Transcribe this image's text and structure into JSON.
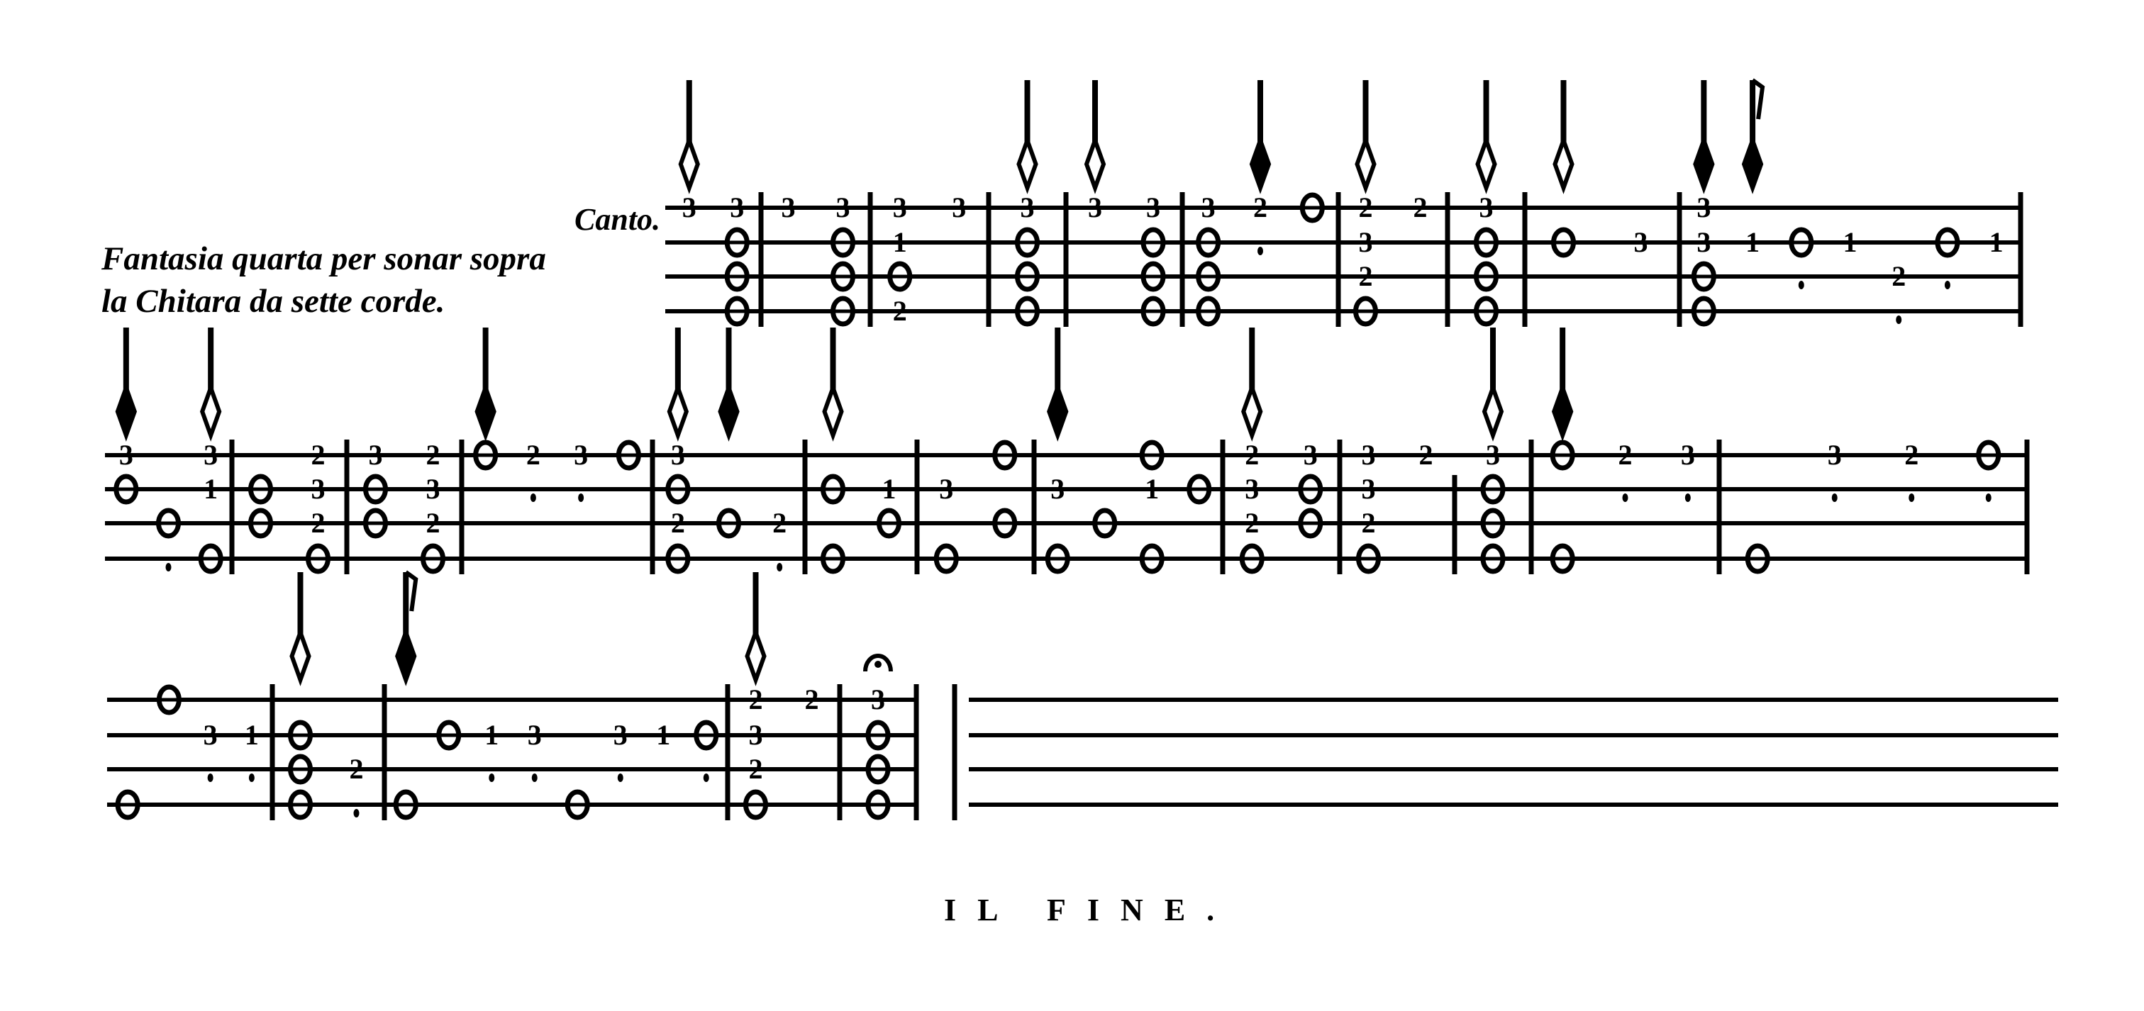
{
  "title": {
    "line1": "Fantasia quarta per sonar sopra",
    "line2": "la Chitara da sette corde."
  },
  "voice_label": "Canto.",
  "ending": "IL FINE.",
  "systems": [
    {
      "measures": [
        [
          {
            "n": [
              "3",
              "",
              "",
              ""
            ],
            "r": "minim"
          },
          {
            "n": [
              "3",
              "0",
              "0",
              "0"
            ]
          }
        ],
        [
          {
            "n": [
              "3",
              "",
              "",
              ""
            ]
          },
          {
            "n": [
              "3",
              "0",
              "0",
              "0"
            ]
          }
        ],
        [
          {
            "n": [
              "3",
              "1",
              "0",
              "2"
            ]
          },
          {
            "n": [
              "3",
              "",
              "",
              ""
            ]
          }
        ],
        [
          {
            "n": [
              "3",
              "0",
              "0",
              "0"
            ],
            "r": "minim"
          }
        ],
        [
          {
            "n": [
              "3",
              "",
              "",
              ""
            ],
            "r": "minim"
          },
          {
            "n": [
              "3",
              "0",
              "0",
              "0"
            ]
          }
        ],
        [
          {
            "n": [
              "3",
              "0",
              "0",
              "0"
            ]
          },
          {
            "n": [
              "2",
              ".",
              "",
              ""
            ],
            "r": "semiminim"
          },
          {
            "n": [
              "0",
              "",
              "",
              ""
            ]
          }
        ],
        [
          {
            "n": [
              "2",
              "3",
              "2",
              "0"
            ],
            "r": "minim"
          },
          {
            "n": [
              "2",
              "",
              "",
              ""
            ]
          }
        ],
        [
          {
            "n": [
              "3",
              "0",
              "0",
              "0"
            ],
            "r": "minim"
          }
        ],
        [
          {
            "n": [
              "",
              "0",
              "",
              ""
            ],
            "r": "minim"
          },
          {
            "n": [
              "",
              "3",
              "",
              ""
            ]
          }
        ],
        [
          {
            "n": [
              "3",
              "3",
              "0",
              "0"
            ],
            "r": "semiminim"
          },
          {
            "n": [
              "",
              "1",
              "",
              ""
            ],
            "r": "croma"
          },
          {
            "n": [
              "",
              "0",
              ".",
              ""
            ]
          },
          {
            "n": [
              "",
              "1",
              "",
              ""
            ]
          },
          {
            "n": [
              "",
              "",
              "2",
              "."
            ]
          },
          {
            "n": [
              "",
              "0",
              ".",
              ""
            ]
          },
          {
            "n": [
              "",
              "1",
              "",
              ""
            ]
          }
        ]
      ]
    },
    {
      "measures": [
        [
          {
            "n": [
              "3",
              "0",
              "",
              ""
            ],
            "r": "semiminim"
          },
          {
            "n": [
              "",
              "",
              "0",
              "."
            ]
          },
          {
            "n": [
              "3",
              "1",
              "",
              "0"
            ],
            "r": "minim"
          }
        ],
        [
          {
            "n": [
              "",
              "0",
              "0",
              ""
            ]
          },
          {
            "n": [
              "2",
              "3",
              "2",
              "0"
            ]
          }
        ],
        [
          {
            "n": [
              "3",
              "0",
              "0",
              ""
            ]
          },
          {
            "n": [
              "2",
              "3",
              "2",
              "0"
            ]
          }
        ],
        [
          {
            "n": [
              "0",
              "",
              "",
              ""
            ],
            "r": "semiminim"
          },
          {
            "n": [
              "2",
              ".",
              "",
              ""
            ]
          },
          {
            "n": [
              "3",
              ".",
              "",
              ""
            ]
          },
          {
            "n": [
              "0",
              "",
              "",
              ""
            ]
          }
        ],
        [
          {
            "n": [
              "3",
              "0",
              "2",
              "0"
            ],
            "r": "minim"
          },
          {
            "n": [
              "",
              "",
              "0",
              ""
            ],
            "r": "semiminim"
          },
          {
            "n": [
              "",
              "",
              "2",
              "."
            ]
          }
        ],
        [
          {
            "n": [
              "",
              "0",
              "",
              "0"
            ],
            "r": "minim"
          },
          {
            "n": [
              "",
              "1",
              "0",
              ""
            ]
          }
        ],
        [
          {
            "n": [
              "",
              "3",
              "",
              "0"
            ]
          },
          {
            "n": [
              "0",
              "",
              "0",
              ""
            ]
          }
        ],
        [
          {
            "n": [
              "",
              "3",
              "",
              "0"
            ],
            "r": "semiminim"
          },
          {
            "n": [
              "",
              "",
              "0",
              ""
            ]
          },
          {
            "n": [
              "0",
              "1",
              "",
              "0"
            ]
          },
          {
            "n": [
              "",
              "0",
              "",
              ""
            ]
          }
        ],
        [
          {
            "n": [
              "2",
              "3",
              "2",
              "0"
            ],
            "r": "minim"
          },
          {
            "n": [
              "3",
              "0",
              "0",
              ""
            ]
          }
        ],
        [
          {
            "n": [
              "3",
              "3",
              "2",
              "0"
            ]
          },
          {
            "n": [
              "2",
              "",
              "",
              ""
            ]
          }
        ],
        [
          {
            "n": [
              "3",
              "0",
              "0",
              "0"
            ],
            "r": "minim"
          }
        ],
        [
          {
            "n": [
              "0",
              "",
              "",
              "0"
            ],
            "r": "semiminim"
          },
          {
            "n": [
              "2",
              ".",
              "",
              ""
            ]
          },
          {
            "n": [
              "3",
              ".",
              "",
              ""
            ]
          }
        ],
        [
          {
            "n": [
              "",
              "",
              "",
              "0"
            ]
          },
          {
            "n": [
              "3",
              ".",
              "",
              ""
            ]
          },
          {
            "n": [
              "2",
              ".",
              "",
              ""
            ]
          },
          {
            "n": [
              "0",
              ".",
              "",
              ""
            ]
          }
        ]
      ]
    },
    {
      "measures": [
        [
          {
            "n": [
              "",
              "",
              "",
              "0"
            ]
          },
          {
            "n": [
              "0",
              "",
              "",
              ""
            ]
          },
          {
            "n": [
              "",
              "3",
              ".",
              ""
            ]
          },
          {
            "n": [
              "",
              "1",
              ".",
              ""
            ]
          }
        ],
        [
          {
            "n": [
              "",
              "0",
              "0",
              "0"
            ],
            "r": "minim"
          },
          {
            "n": [
              "",
              "",
              "2",
              "."
            ]
          }
        ],
        [
          {
            "n": [
              "",
              "",
              "",
              "0"
            ],
            "r": "croma"
          },
          {
            "n": [
              "",
              "0",
              "",
              ""
            ]
          },
          {
            "n": [
              "",
              "1",
              ".",
              ""
            ]
          },
          {
            "n": [
              "",
              "3",
              ".",
              ""
            ]
          },
          {
            "n": [
              "",
              "",
              "",
              "0"
            ]
          },
          {
            "n": [
              "",
              "3",
              ".",
              ""
            ]
          },
          {
            "n": [
              "",
              "1",
              "",
              ""
            ]
          },
          {
            "n": [
              "",
              "0",
              ".",
              ""
            ]
          }
        ],
        [
          {
            "n": [
              "2",
              "3",
              "2",
              "0"
            ],
            "r": "minim"
          },
          {
            "n": [
              "2",
              "",
              "",
              ""
            ]
          }
        ],
        [
          {
            "n": [
              "3",
              "0",
              "0",
              "0"
            ],
            "r": "fermata"
          }
        ]
      ]
    }
  ]
}
